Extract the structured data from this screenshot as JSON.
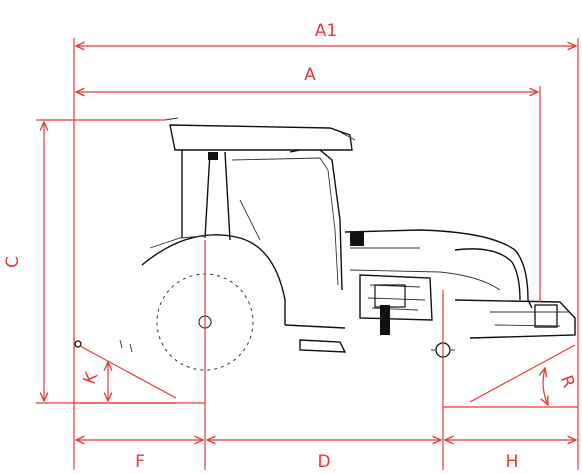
{
  "labels": {
    "A1": "A1",
    "A": "A",
    "C": "C",
    "K": "K",
    "R": "R",
    "F": "F",
    "D": "D",
    "H": "H"
  },
  "colors": {
    "dimension": "#e53935",
    "drawing": "#111111"
  }
}
